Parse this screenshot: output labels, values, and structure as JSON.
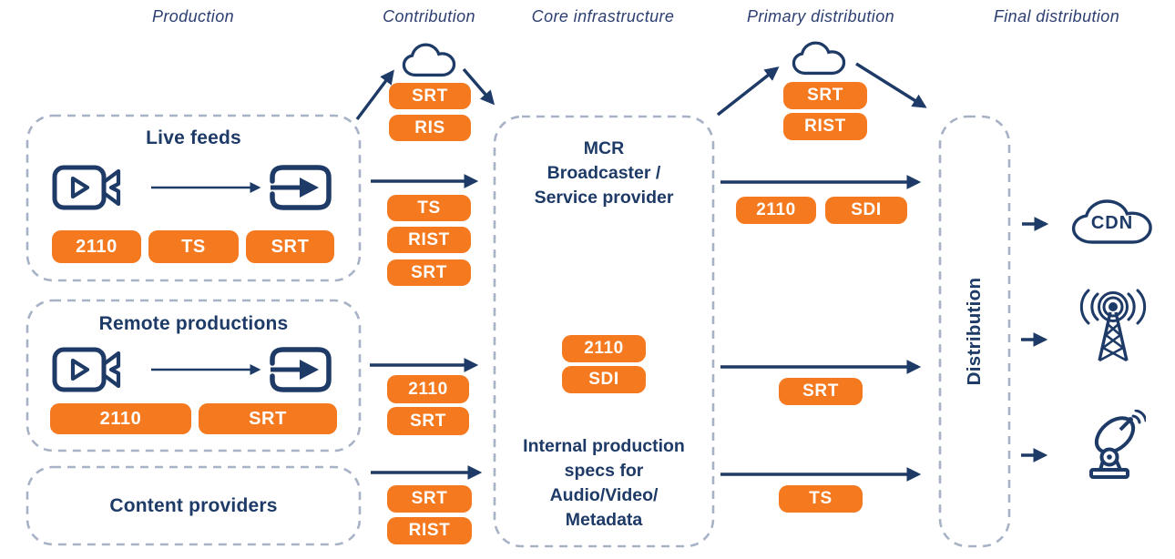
{
  "colors": {
    "navy": "#1E3A67",
    "orange": "#F4791F",
    "dash_border": "#A8B2C6",
    "badge_text": "#FFFFFF"
  },
  "headers": {
    "production": "Production",
    "contribution": "Contribution",
    "core_infrastructure": "Core infrastructure",
    "primary_distribution": "Primary distribution",
    "final_distribution": "Final distribution"
  },
  "production": {
    "live_feeds": {
      "title": "Live feeds",
      "badges": [
        "2110",
        "TS",
        "SRT"
      ]
    },
    "remote_productions": {
      "title": "Remote productions",
      "badges": [
        "2110",
        "SRT"
      ]
    },
    "content_providers": {
      "title": "Content providers"
    }
  },
  "contribution": {
    "cloud_badges": [
      "SRT",
      "RIS"
    ],
    "live_feed_link_badges": [
      "TS",
      "RIST",
      "SRT"
    ],
    "remote_link_badges": [
      "2110",
      "SRT"
    ],
    "content_link_badges": [
      "SRT",
      "RIST"
    ]
  },
  "core_infrastructure": {
    "mcr_title": "MCR\nBroadcaster /\nService provider",
    "middle_badges": [
      "2110",
      "SDI"
    ],
    "internal_text": "Internal production\nspecs for\nAudio/Video/\nMetadata"
  },
  "primary_distribution": {
    "cloud_badges": [
      "SRT",
      "RIST"
    ],
    "top_link_badges": [
      "2110",
      "SDI"
    ],
    "middle_link_badge": "SRT",
    "bottom_link_badge": "TS"
  },
  "final_distribution": {
    "distribution_label": "Distribution",
    "cdn_label": "CDN"
  }
}
